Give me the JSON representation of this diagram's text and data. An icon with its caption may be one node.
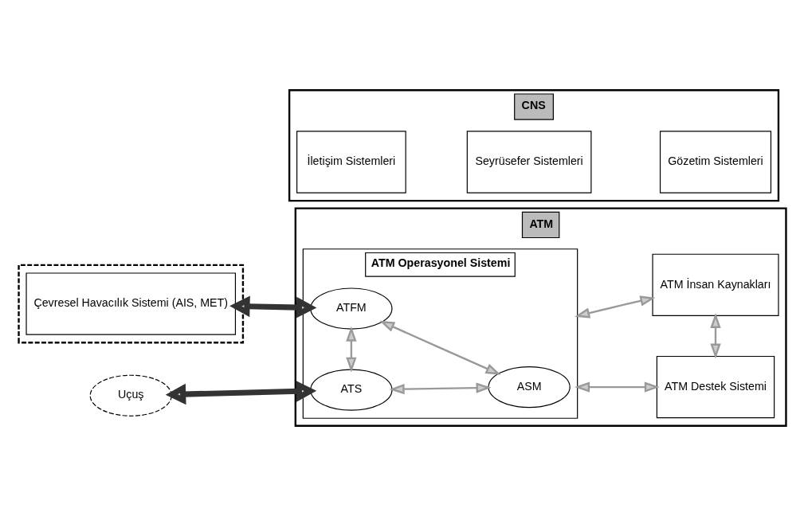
{
  "diagram": {
    "nodes": [
      {
        "text": [
          "ATM"
        ]
      },
      {
        "text": [],
        "shape": "box"
      },
      {
        "text": [
          "Çevresel Havacılık Sistemi (AIS, MET)"
        ],
        "in": 1
      },
      {
        "text": [
          "Uçuş"
        ]
      },
      {
        "text": [
          "ATM Operasyonel Sistemi"
        ],
        "in": 0
      },
      {
        "text": [
          "ATFM"
        ],
        "in": 4
      },
      {
        "text": [
          "ASM"
        ],
        "in": 4
      },
      {
        "text": [
          "ATS"
        ],
        "in": 4
      },
      {
        "text": [
          "ATM Destek Sistemi"
        ],
        "in": 0
      },
      {
        "text": [
          "ATM İnsan Kaynakları"
        ],
        "in": 0
      },
      {
        "text": [
          "CNS"
        ]
      },
      {
        "text": [
          "İletişim Sistemleri"
        ],
        "in": 10
      },
      {
        "text": [
          "Seyrüsefer Sistemleri"
        ],
        "in": 10
      },
      {
        "text": [
          "Gözetim Sistemleri"
        ],
        "in": 10
      }
    ],
    "edges": [
      {
        "from": 2,
        "to": 5,
        "arrow": "both",
        "style": "thick",
        "color": "#333333"
      },
      {
        "from": 5,
        "to": 6,
        "arrow": "both"
      },
      {
        "from": 5,
        "to": 7,
        "arrow": "both"
      },
      {
        "from": 6,
        "to": 7,
        "arrow": "both"
      },
      {
        "from": 3,
        "to": 7,
        "arrow": "both",
        "style": "thick",
        "color": "#333333"
      },
      {
        "from": 4,
        "to": 8,
        "arrow": "both"
      },
      {
        "from": 8,
        "to": 9,
        "arrow": "both"
      },
      {
        "from": 4,
        "to": 9,
        "arrow": "both"
      }
    ]
  }
}
